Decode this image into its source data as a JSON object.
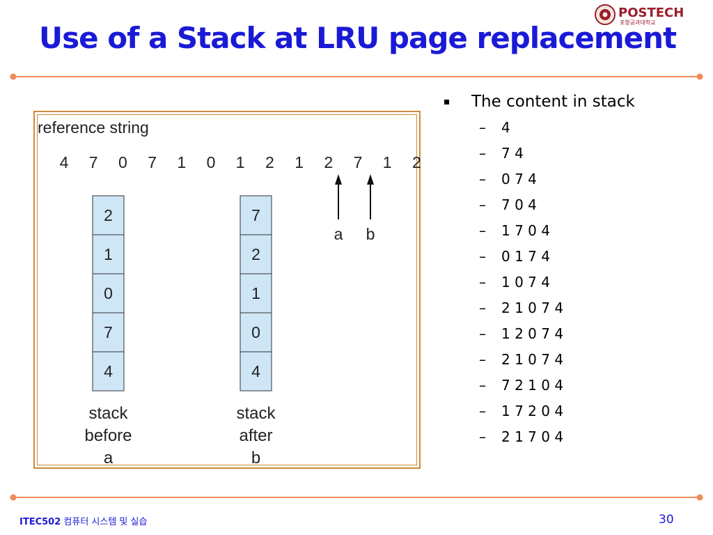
{
  "slide": {
    "title": "Use of a Stack at LRU page replacement",
    "page_number": "30"
  },
  "logo": {
    "text": "POSTECH",
    "subtext": "포항공과대학교"
  },
  "figure": {
    "caption": "reference string",
    "reference_string": [
      "4",
      "7",
      "0",
      "7",
      "1",
      "0",
      "1",
      "2",
      "1",
      "2",
      "7",
      "1",
      "2"
    ],
    "arrow_a": "a",
    "arrow_b": "b",
    "stack_before": [
      "2",
      "1",
      "0",
      "7",
      "4"
    ],
    "stack_after": [
      "7",
      "2",
      "1",
      "0",
      "4"
    ],
    "label_before": [
      "stack",
      "before",
      "a"
    ],
    "label_after": [
      "stack",
      "after",
      "b"
    ]
  },
  "content": {
    "heading": "The content in stack",
    "items": [
      "4",
      "7 4",
      "0 7 4",
      "7 0 4",
      "1 7 0 4",
      "0 1 7 4",
      "1 0 7 4",
      "2 1 0 7 4",
      "1 2 0 7 4",
      "2 1 0 7 4",
      "7 2 1 0 4",
      "1 7 2 0 4",
      "2 1 7 0 4"
    ]
  },
  "footer": {
    "course": "ITEC502",
    "course_title": "컴퓨터 시스템 및 실습"
  },
  "colors": {
    "title": "#1a1ad6",
    "rule": "#f28a5a",
    "stack_fill": "#cfe6f7",
    "frame": "#c98a3c"
  }
}
